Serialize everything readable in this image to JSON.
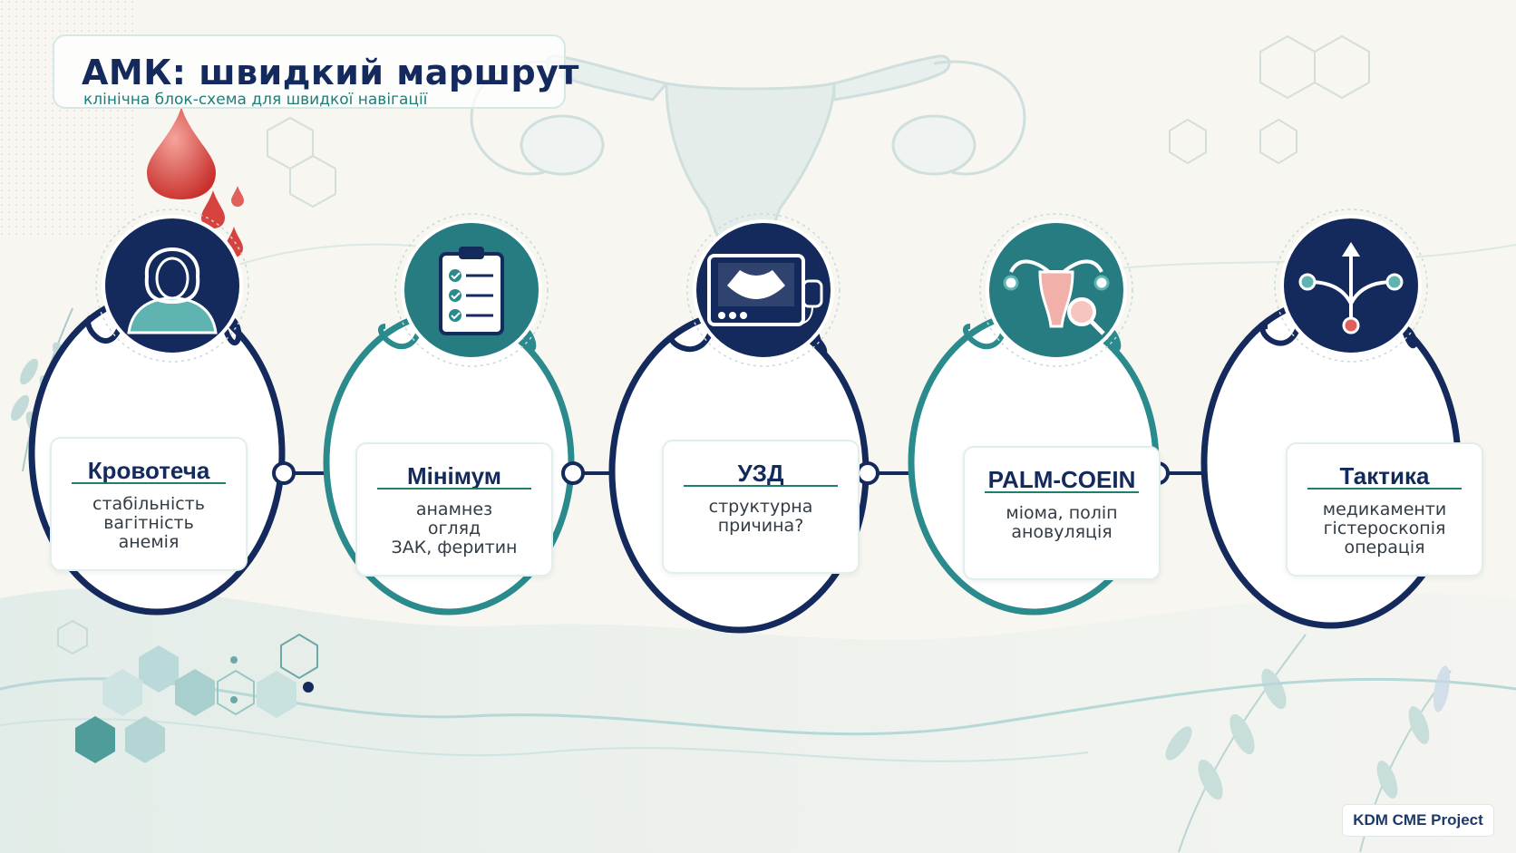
{
  "header": {
    "title": "АМК: швидкий маршрут",
    "subtitle": "клінічна блок-схема для швидкої навігації"
  },
  "steps": [
    {
      "title": "Кровотеча",
      "items": [
        "стабільність",
        "вагітність",
        "анемія"
      ],
      "icon": "patient-icon"
    },
    {
      "title": "Мінімум",
      "items": [
        "анамнез",
        "огляд",
        "ЗАК, феритин"
      ],
      "icon": "clipboard-checklist-icon"
    },
    {
      "title": "УЗД",
      "items": [
        "структурна",
        "причина?"
      ],
      "icon": "ultrasound-monitor-icon"
    },
    {
      "title": "PALM-COEIN",
      "items": [
        "міома, поліп",
        "ановуляція"
      ],
      "icon": "uterus-magnifier-icon"
    },
    {
      "title": "Тактика",
      "items": [
        "медикаменти",
        "гістероскопія",
        "операція"
      ],
      "icon": "branching-arrows-icon"
    }
  ],
  "footer": {
    "label": "KDM CME Project"
  },
  "colors": {
    "navy": "#14295c",
    "teal": "#2a8a8c",
    "accent_red": "#d84a4a",
    "background": "#f8f6f1"
  }
}
